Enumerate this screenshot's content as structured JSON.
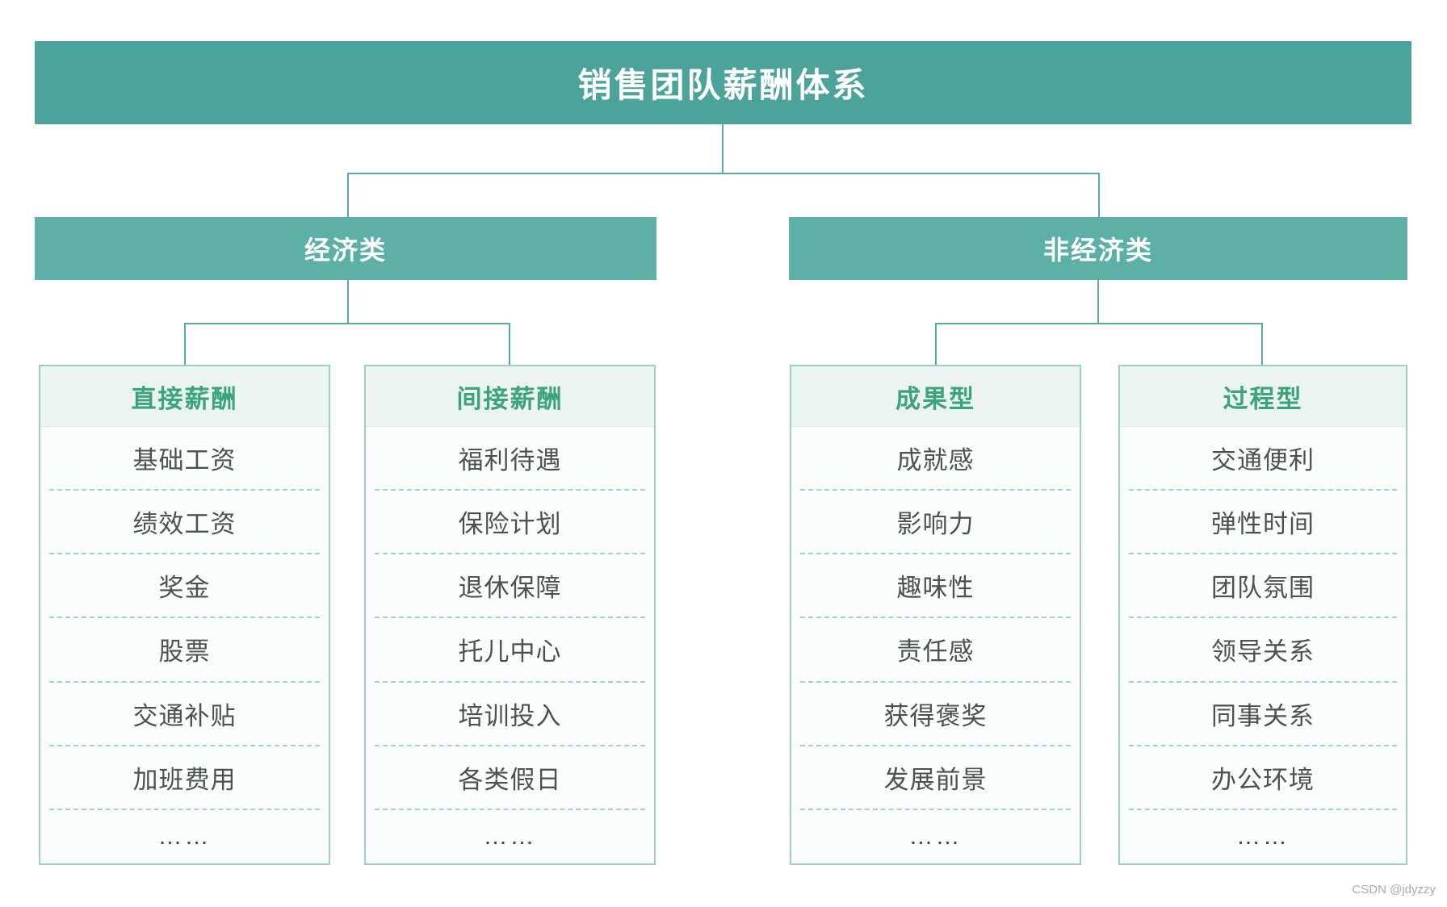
{
  "root": {
    "title": "销售团队薪酬体系"
  },
  "branches": [
    {
      "label": "经济类"
    },
    {
      "label": "非经济类"
    }
  ],
  "columns": [
    {
      "header": "直接薪酬",
      "items": [
        "基础工资",
        "绩效工资",
        "奖金",
        "股票",
        "交通补贴",
        "加班费用"
      ],
      "ellipsis": "……"
    },
    {
      "header": "间接薪酬",
      "items": [
        "福利待遇",
        "保险计划",
        "退休保障",
        "托儿中心",
        "培训投入",
        "各类假日"
      ],
      "ellipsis": "……"
    },
    {
      "header": "成果型",
      "items": [
        "成就感",
        "影响力",
        "趣味性",
        "责任感",
        "获得褒奖",
        "发展前景"
      ],
      "ellipsis": "……"
    },
    {
      "header": "过程型",
      "items": [
        "交通便利",
        "弹性时间",
        "团队氛围",
        "领导关系",
        "同事关系",
        "办公环境"
      ],
      "ellipsis": "……"
    }
  ],
  "watermark": "CSDN @jdyzzy",
  "colors": {
    "root_bar": "#4ca39a",
    "branch_bar": "#5db0a6",
    "connector": "#58aca1",
    "box_border": "#9ad0c6",
    "header_bg": "#ecf4f1",
    "header_text": "#3ba47c",
    "item_text": "#4a5250",
    "dashed_divider": "#4db3a3"
  }
}
